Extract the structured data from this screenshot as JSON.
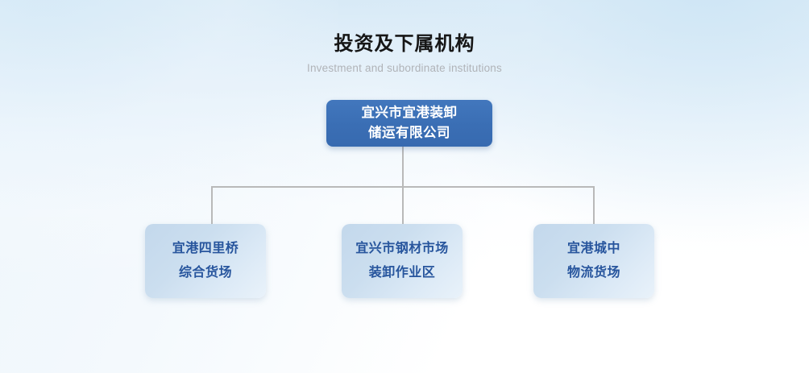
{
  "header": {
    "title": "投资及下属机构",
    "subtitle": "Investment and subordinate institutions"
  },
  "colors": {
    "root_box": "#3a6eb4",
    "root_text": "#ffffff",
    "child_box": "#c9dcee",
    "child_text": "#27559d",
    "connector_line": "#b9b9b9",
    "title_text": "#161616",
    "subtitle_text": "#b0b3b8",
    "background_top": "#d6e9f6",
    "background_bottom": "#ffffff"
  },
  "org_chart": {
    "root": {
      "id": "root",
      "lines": [
        "宜兴市宜港装卸",
        "储运有限公司"
      ],
      "full_name": "宜兴市宜港装卸储运有限公司"
    },
    "children": [
      {
        "id": "child-0",
        "lines": [
          "宜港四里桥",
          "综合货场"
        ],
        "full_name": "宜港四里桥综合货场"
      },
      {
        "id": "child-1",
        "lines": [
          "宜兴市钢材市场",
          "装卸作业区"
        ],
        "full_name": "宜兴市钢材市场装卸作业区"
      },
      {
        "id": "child-2",
        "lines": [
          "宜港城中",
          "物流货场"
        ],
        "full_name": "宜港城中物流货场"
      }
    ]
  }
}
